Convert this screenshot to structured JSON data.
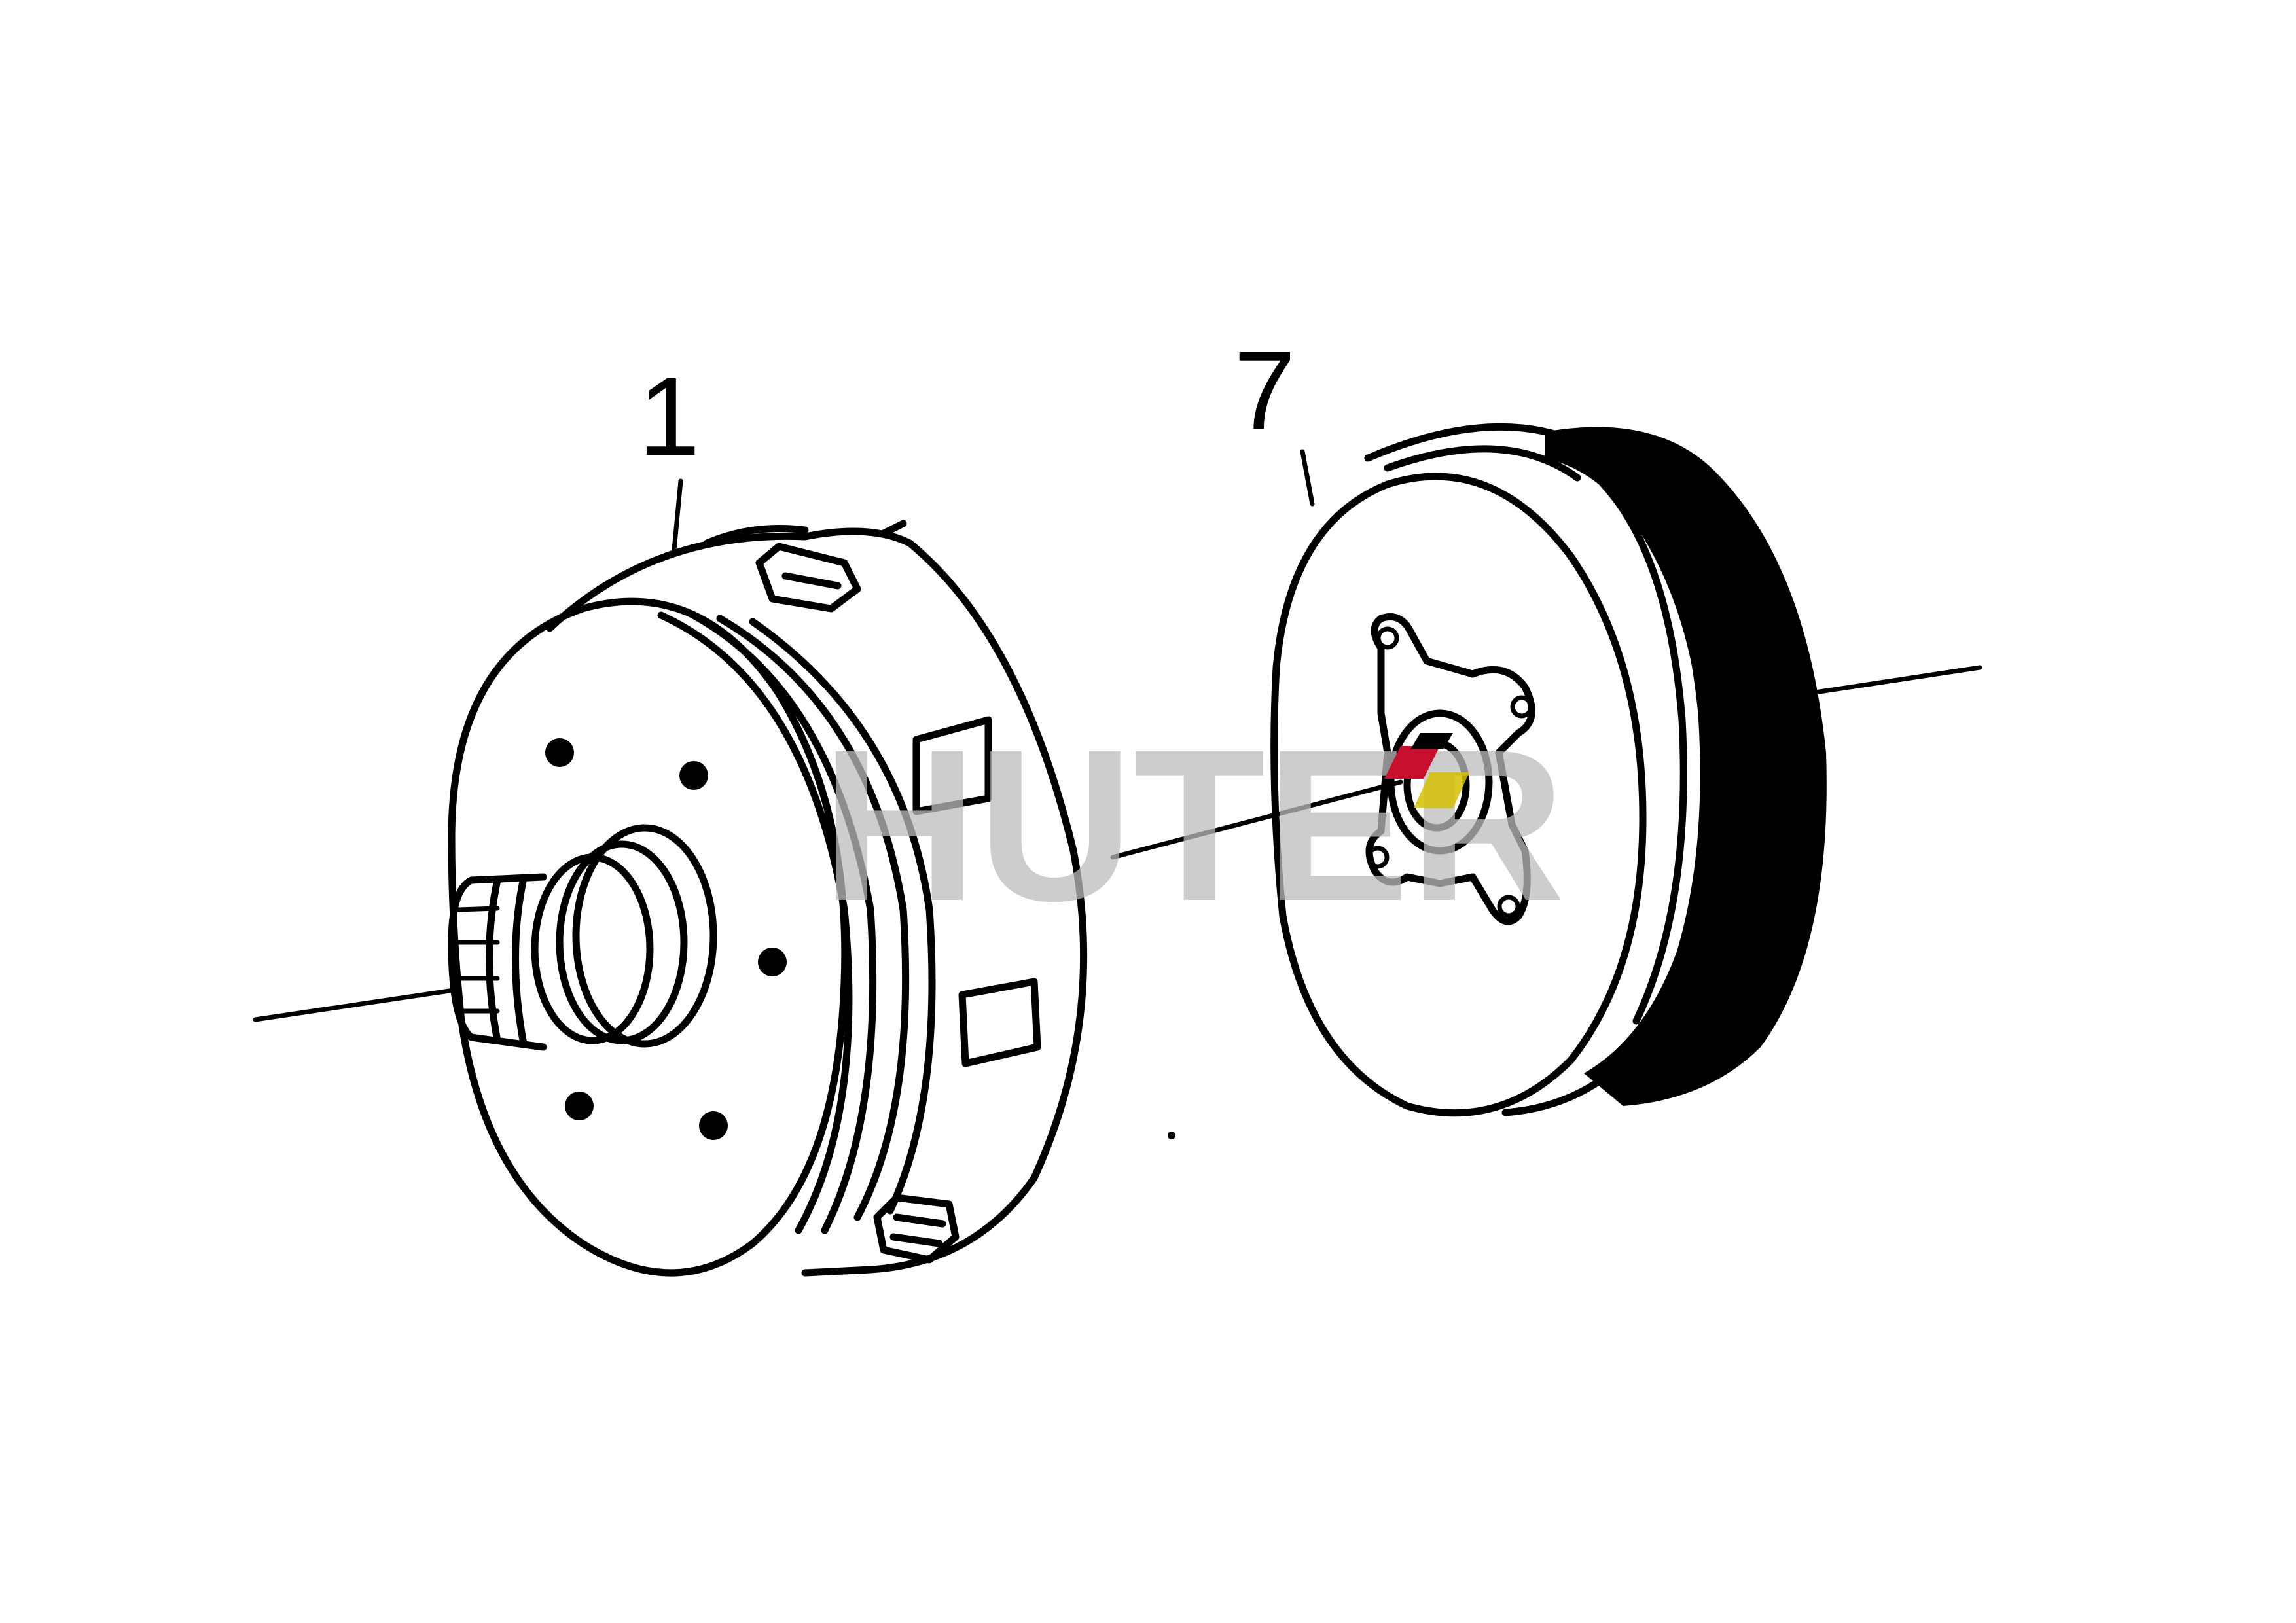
{
  "diagram": {
    "kind": "exploded-parts-drawing",
    "callouts": [
      {
        "label": "1",
        "part": "drive-drum"
      },
      {
        "label": "7",
        "part": "clutch-drum"
      }
    ],
    "watermark": {
      "text": "HUTER",
      "color": "#bdbdbd",
      "logo_colors": [
        "#c8102e",
        "#000000",
        "#d4c000"
      ]
    },
    "colors": {
      "line": "#000000",
      "background": "#ffffff"
    }
  }
}
